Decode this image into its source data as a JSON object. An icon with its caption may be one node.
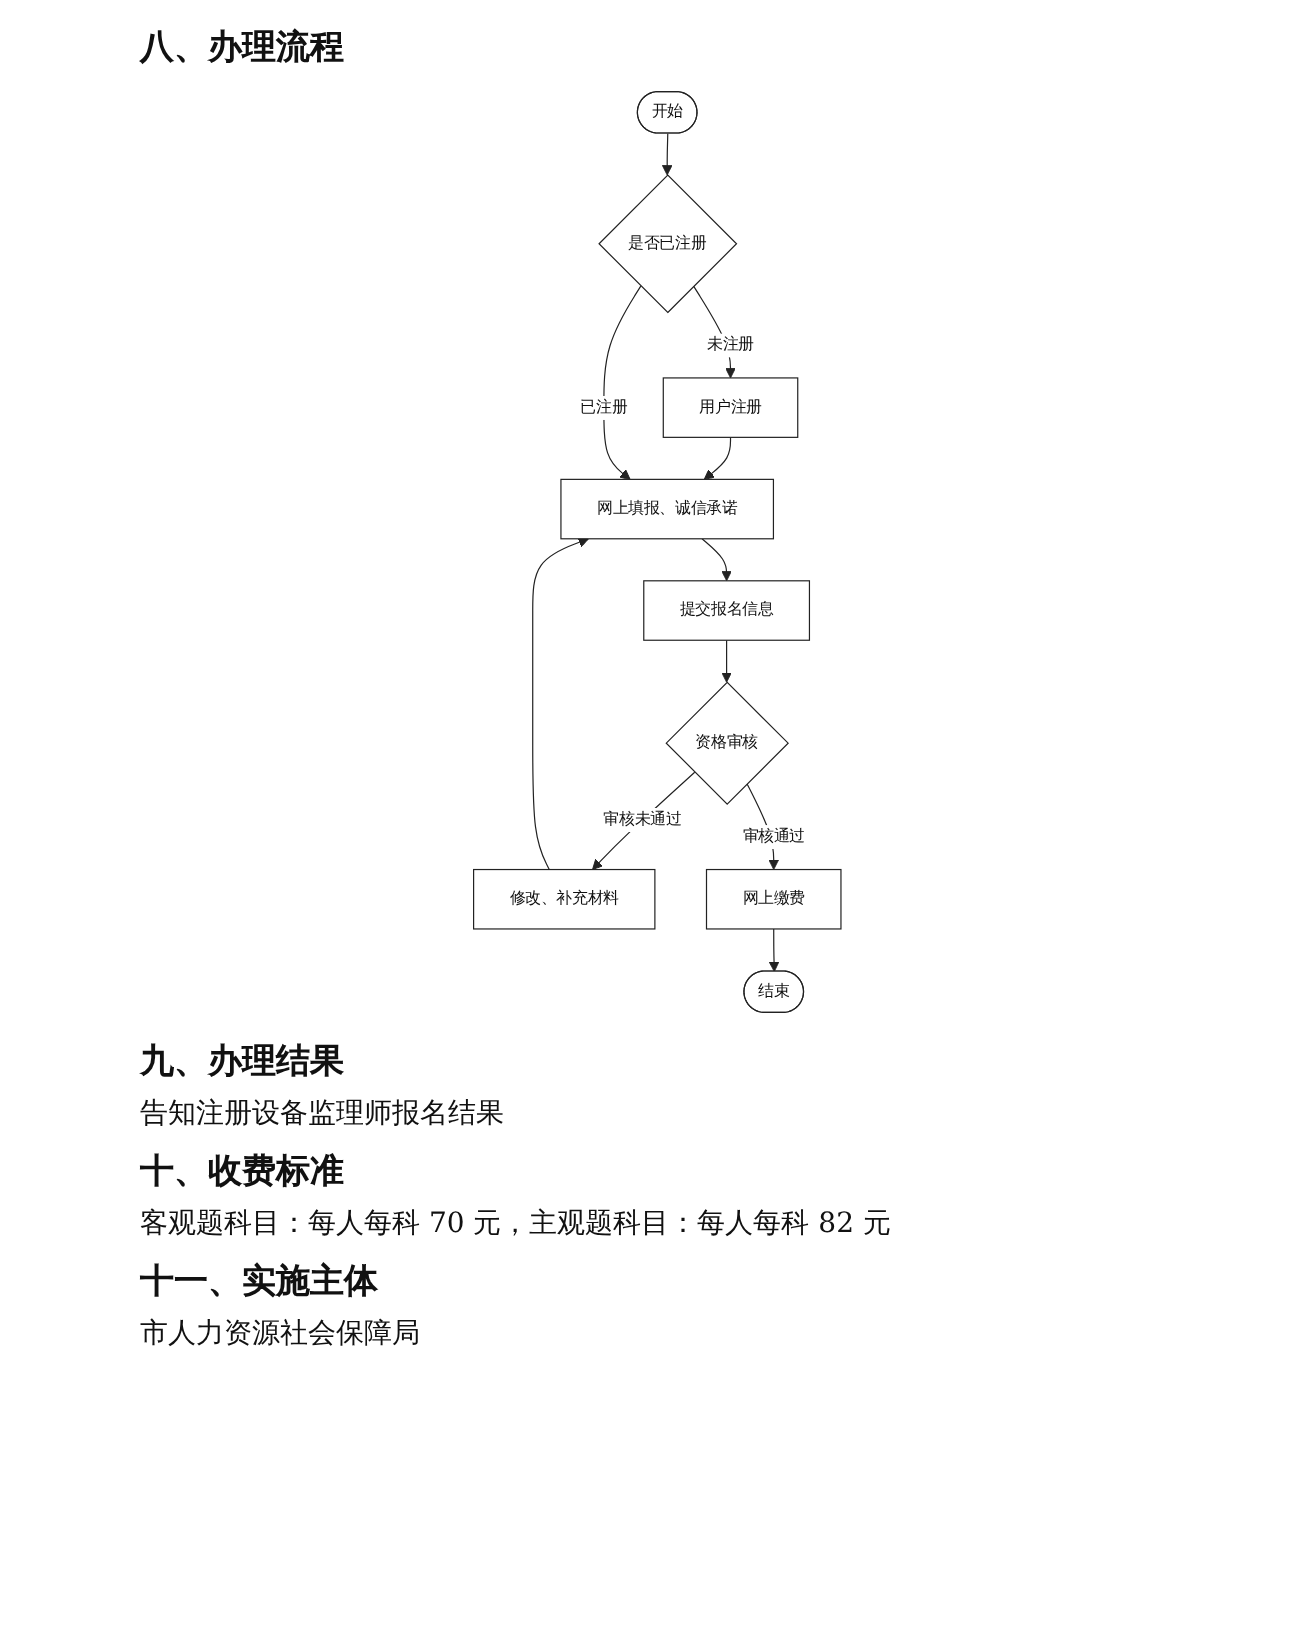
{
  "diagram": {
    "title": "八、办理流程",
    "nodes": [
      {
        "text": [
          "开始"
        ]
      },
      {
        "text": [
          "是否已注册"
        ]
      },
      {
        "text": [
          "用户注册"
        ]
      },
      {
        "text": [
          "网上填报、诚信承诺"
        ]
      },
      {
        "text": [
          "提交报名信息"
        ]
      },
      {
        "text": [
          "资格审核"
        ]
      },
      {
        "text": [
          "修改、补充材料"
        ]
      },
      {
        "text": [
          "网上缴费"
        ]
      },
      {
        "text": [
          "结束"
        ]
      }
    ],
    "edges": [
      {
        "from": 0,
        "to": 1,
        "arrow": "to"
      },
      {
        "from": 1,
        "to": 2,
        "arrow": "to",
        "label": "未注册"
      },
      {
        "from": 2,
        "to": 3,
        "arrow": "to"
      },
      {
        "from": 1,
        "to": 3,
        "arrow": "to",
        "label": "已注册"
      },
      {
        "from": 3,
        "to": 4,
        "arrow": "to"
      },
      {
        "from": 4,
        "to": 5,
        "arrow": "to"
      },
      {
        "from": 5,
        "to": 6,
        "arrow": "to",
        "label": "审核未通过"
      },
      {
        "from": 6,
        "to": 3,
        "arrow": "to"
      },
      {
        "from": 5,
        "to": 7,
        "arrow": "to",
        "label": "审核通过"
      },
      {
        "from": 7,
        "to": 8,
        "arrow": "to"
      }
    ],
    "labels": [
      "九、办理结果",
      "告知注册设备监理师报名结果",
      "十、收费标准",
      "客观题科目：每人每科 70 元，主观题科目：每人每科 82 元",
      "十一、实施主体",
      "市人力资源社会保障局"
    ]
  }
}
